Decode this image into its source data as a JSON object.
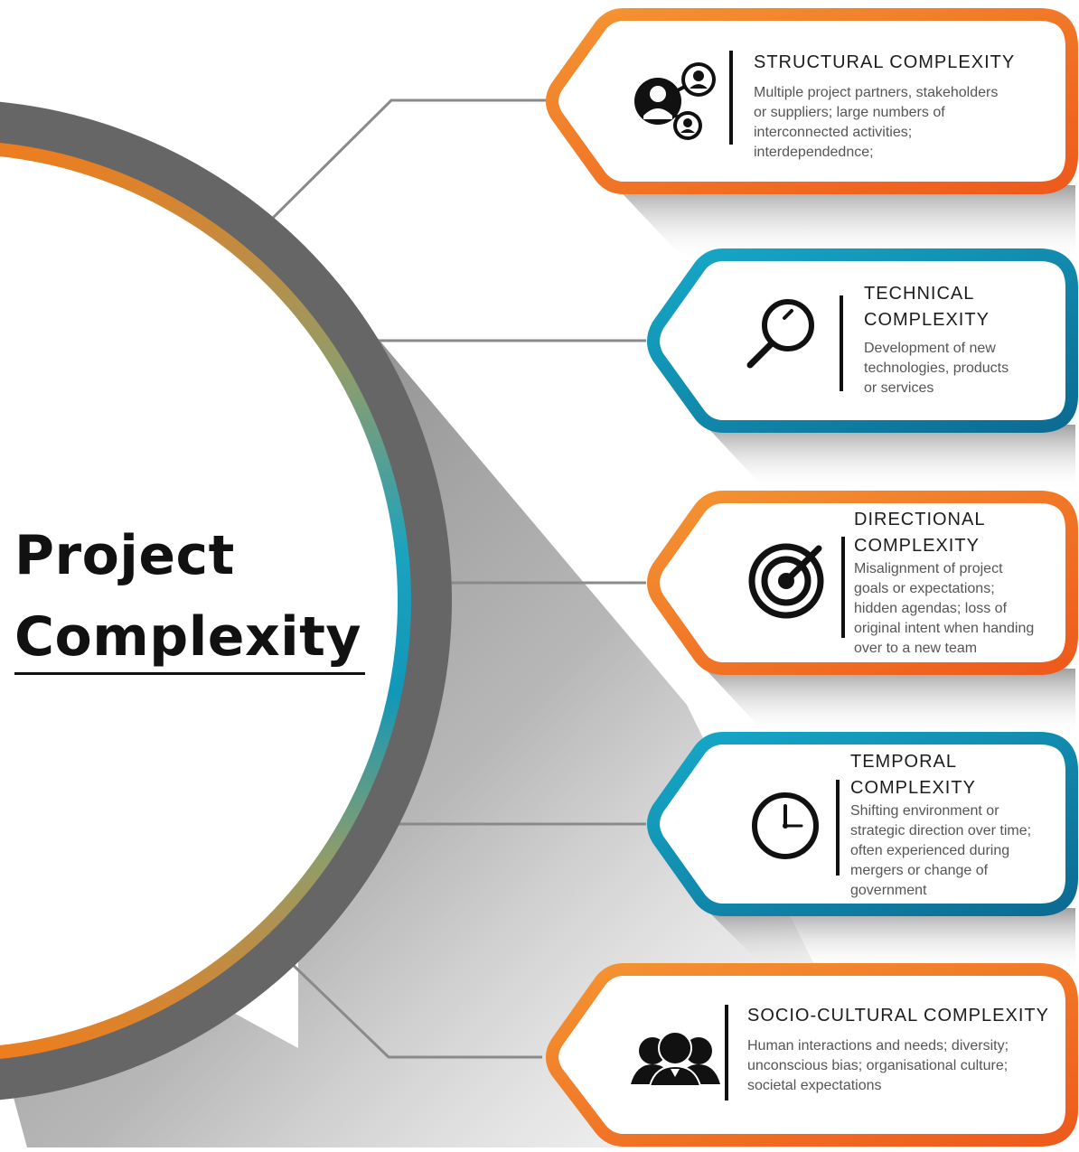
{
  "title": {
    "line1": "Project",
    "line2": "Complexity"
  },
  "colors": {
    "orange": "#f07c1c",
    "blue": "#1198b8",
    "dark": "#666666",
    "text": "#222222"
  },
  "cards": [
    {
      "id": "structural",
      "icon": "network-people-icon",
      "border": "orange",
      "heading": "STRUCTURAL COMPLEXITY",
      "description": "Multiple project partners, stakeholders\nor suppliers; large numbers of\ninterconnected activities;\ninterdependednce;"
    },
    {
      "id": "technical",
      "icon": "magnifier-icon",
      "border": "blue",
      "heading": "TECHNICAL\nCOMPLEXITY",
      "description": "Development of new\ntechnologies, products\nor services"
    },
    {
      "id": "directional",
      "icon": "target-icon",
      "border": "orange",
      "heading": "DIRECTIONAL\nCOMPLEXITY",
      "description": "Misalignment of project\ngoals or expectations;\nhidden agendas; loss of\noriginal intent when handing\nover to a new team"
    },
    {
      "id": "temporal",
      "icon": "clock-icon",
      "border": "blue",
      "heading": "TEMPORAL\nCOMPLEXITY",
      "description": "Shifting environment or\nstrategic direction over time;\noften experienced during\nmergers or change of\ngovernment"
    },
    {
      "id": "socio-cultural",
      "icon": "group-people-icon",
      "border": "orange",
      "heading": "SOCIO-CULTURAL COMPLEXITY",
      "description": "Human interactions and needs; diversity;\nunconscious bias; organisational culture;\nsocietal expectations"
    }
  ]
}
